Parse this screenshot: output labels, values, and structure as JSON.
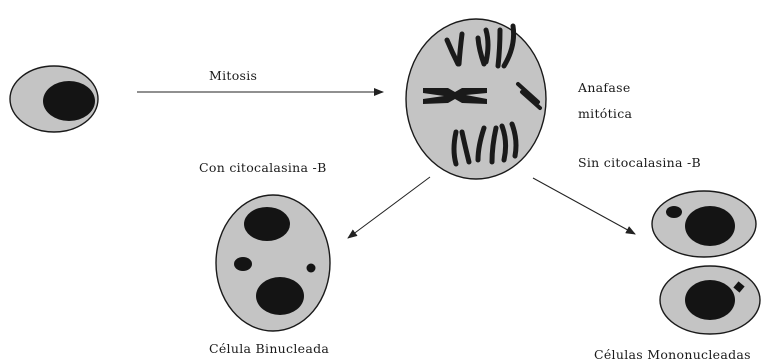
{
  "labels": {
    "mitosis": "Mitosis",
    "anafase_line1": "Anafase",
    "anafase_line2": "mitótica",
    "con_citocalasina": "Con citocalasina -B",
    "sin_citocalasina": "Sin citocalasina -B",
    "celula_binucleada": "Célula Binucleada",
    "celulas_mononucleadas": "Células Mononucleadas"
  },
  "colors": {
    "cytoplasm": "#c4c4c4",
    "nucleus": "#141414",
    "outline": "#1a1a1a",
    "background": "#ffffff"
  }
}
